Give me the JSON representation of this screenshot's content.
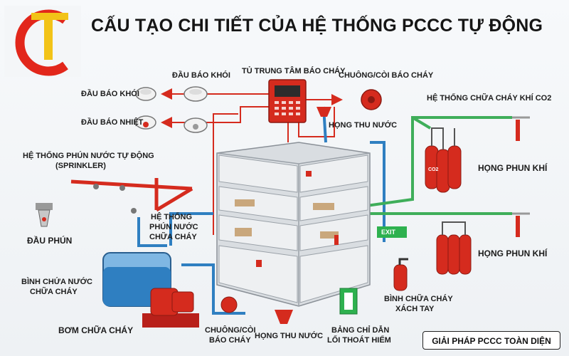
{
  "title": "CẤU TẠO CHI TIẾT CỦA HỆ THỐNG PCCC TỰ ĐỘNG",
  "footer": "GIẢI PHÁP PCCC TOÀN DIỆN",
  "labels": {
    "central_panel": "TỦ TRUNG TÂM BÁO CHÁY",
    "smoke_detector_top": "ĐẦU BÁO KHÓI",
    "smoke_detector_left": "ĐẦU BÁO KHÓI",
    "heat_detector": "ĐẦU BÁO NHIỆT",
    "bell_top": "CHUÔNG/CÒI BÁO CHÁY",
    "hydrant_top": "HỌNG THU NƯỚC",
    "co2_system": "HỆ THỐNG CHỮA CHÁY KHÍ CO2",
    "co2_nozzle_1": "HỌNG PHUN KHÍ",
    "co2_nozzle_2": "HỌNG PHUN KHÍ",
    "sprinkler_system_1": "HỆ THỐNG PHÚN NƯỚC TỰ ĐỘNG",
    "sprinkler_system_2": "(SPRINKLER)",
    "sprinkler_head": "ĐẦU PHÚN",
    "building_sprinkler_1": "HỆ THỐNG",
    "building_sprinkler_2": "PHÚN NƯỚC",
    "building_sprinkler_3": "CHỮA CHÁY",
    "water_tank_1": "BÌNH CHỨA NƯỚC",
    "water_tank_2": "CHỮA CHÁY",
    "pump": "BƠM CHỮA CHÁY",
    "bell_bottom_1": "CHUÔNG/CÒI",
    "bell_bottom_2": "BÁO CHÁY",
    "hydrant_bottom": "HỌNG THU NƯỚC",
    "exit_sign_1": "BẢNG CHỈ DẪN",
    "exit_sign_2": "LỐI THOÁT HIỂM",
    "extinguisher_1": "BÌNH CHỮA CHÁY",
    "extinguisher_2": "XÁCH TAY",
    "exit_text": "EXIT",
    "co2_cyl": "CO2"
  },
  "colors": {
    "fire_red": "#d52b1e",
    "pipe_blue": "#2f7fc1",
    "pipe_green": "#3fae5a",
    "brand_yellow": "#f2c318"
  },
  "icons": [
    "logo",
    "smoke-detector-icon",
    "heat-detector-icon",
    "fire-panel-icon",
    "bell-icon",
    "co2-cylinder-icon",
    "gas-nozzle-icon",
    "sprinkler-head-icon",
    "water-tank-icon",
    "pump-icon",
    "hydrant-icon",
    "exit-sign-icon",
    "fire-extinguisher-icon"
  ]
}
